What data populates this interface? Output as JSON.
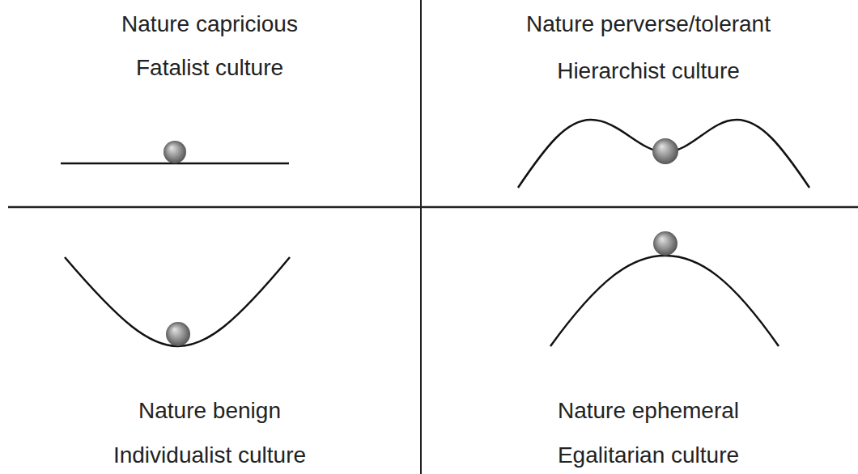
{
  "diagram": {
    "labels": [
      "Nature capricious",
      "Fatalist culture",
      "Nature perverse/tolerant",
      "Hierarchist culture",
      "Nature benign",
      "Individualist culture",
      "Nature ephemeral",
      "Egalitarian culture"
    ]
  }
}
